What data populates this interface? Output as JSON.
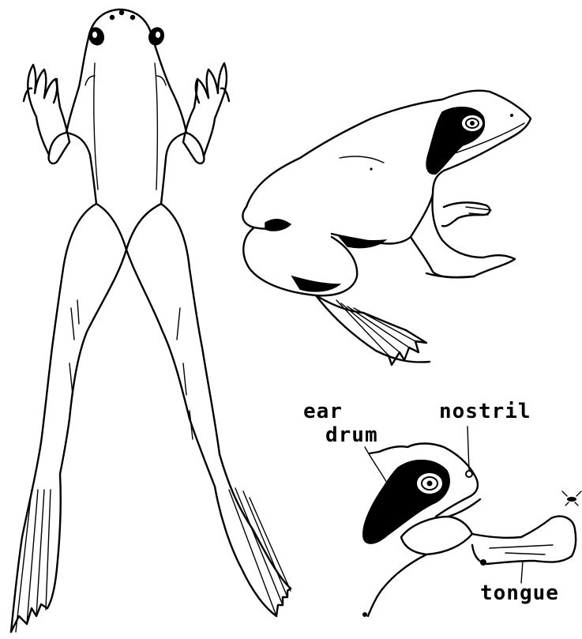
{
  "labels": {
    "ear": "ear",
    "drum": "drum",
    "nostril": "nostril",
    "tongue": "tongue"
  }
}
